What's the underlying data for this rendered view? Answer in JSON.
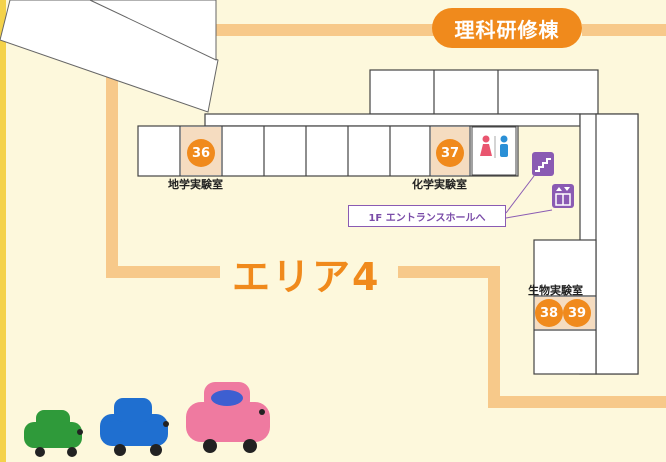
{
  "building_name": "理科研修棟",
  "area_label": "エリア4",
  "entrance_sign": "1F エントランスホールへ",
  "rooms": [
    {
      "number": "36",
      "name": "地学実験室"
    },
    {
      "number": "37",
      "name": "化学実験室"
    },
    {
      "number": "38",
      "name": "生物実験室"
    },
    {
      "number": "39",
      "name": ""
    }
  ],
  "icons": [
    "restroom-icon",
    "stairs-icon",
    "elevator-icon",
    "car-icon"
  ],
  "colors": {
    "accent": "#f08a1c",
    "area_border": "#f7c98a",
    "background": "#fdf8dc",
    "room_highlight": "#f5dcc0",
    "sign_purple": "#8a5bb3"
  }
}
